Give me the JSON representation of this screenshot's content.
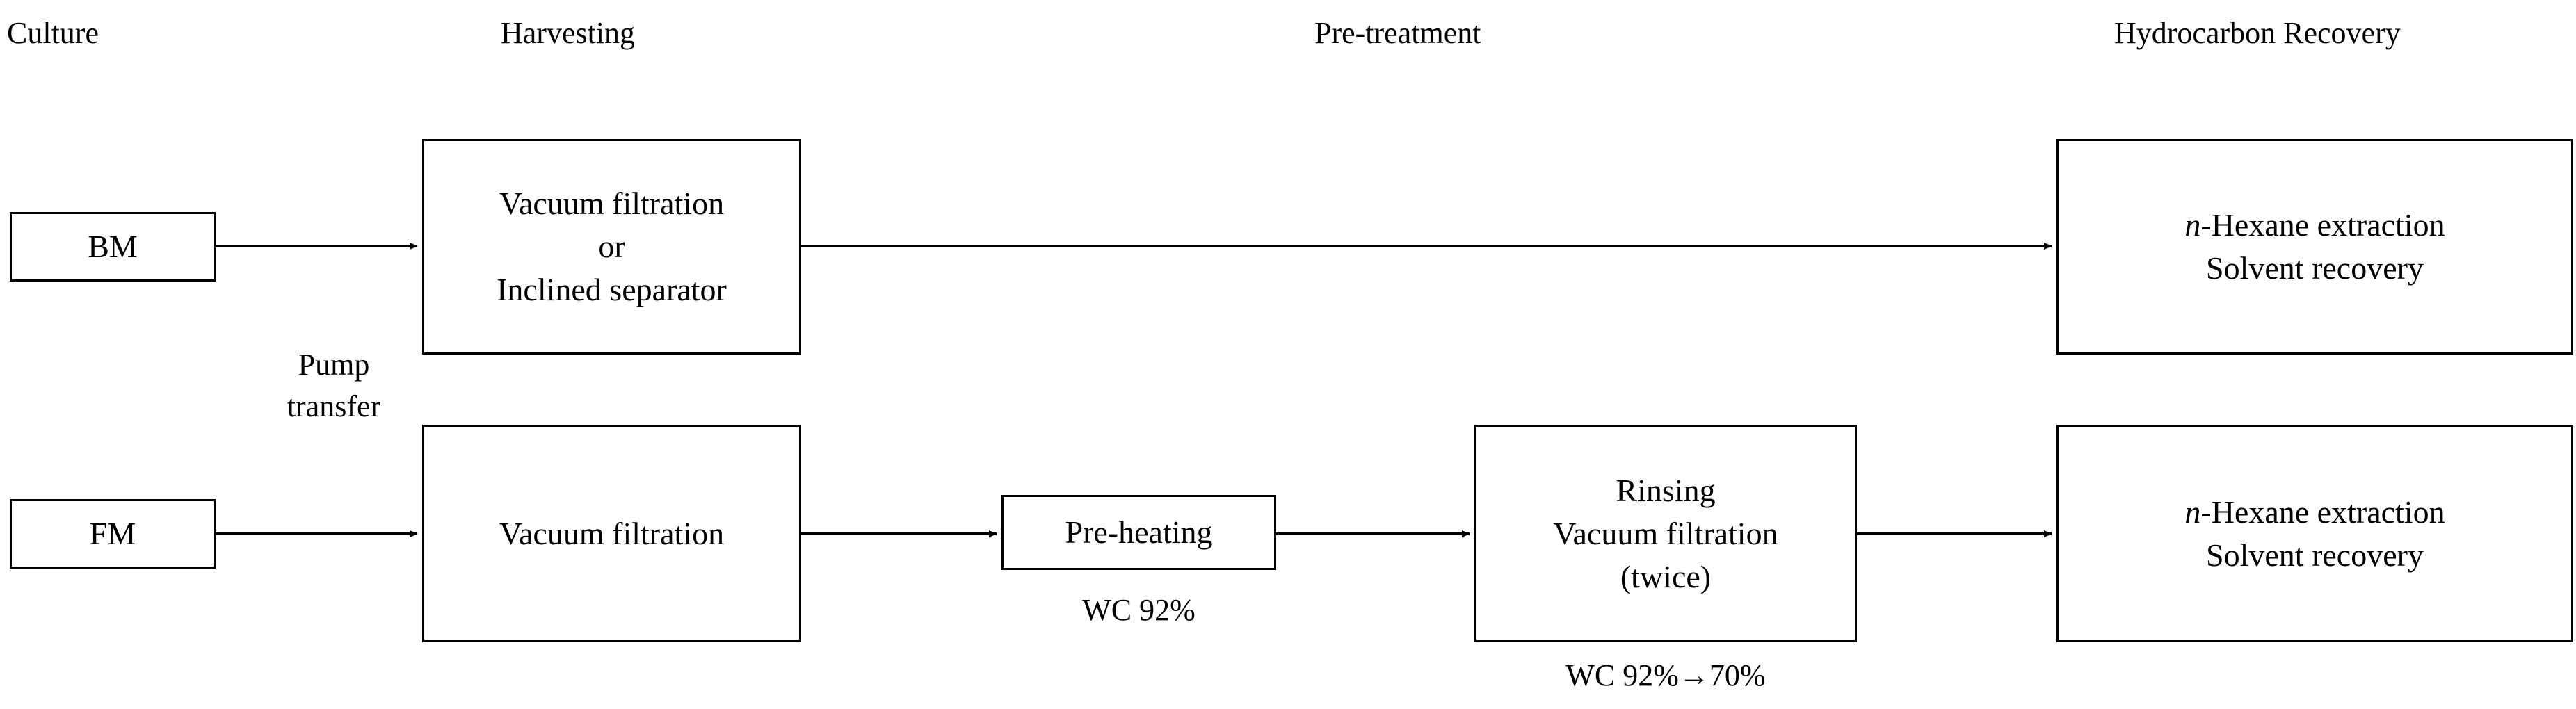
{
  "headers": {
    "culture": "Culture",
    "harvesting": "Harvesting",
    "pretreatment": "Pre-treatment",
    "recovery": "Hydrocarbon Recovery"
  },
  "row_bm": {
    "source": "BM",
    "harvest_line1": "Vacuum filtration",
    "harvest_line2": "or",
    "harvest_line3": "Inclined separator",
    "recovery_italic": "n",
    "recovery_line1_rest": "-Hexane extraction",
    "recovery_line2": "Solvent recovery"
  },
  "pump": {
    "line1": "Pump",
    "line2": "transfer"
  },
  "row_fm": {
    "source": "FM",
    "harvest": "Vacuum filtration",
    "preheat": "Pre-heating",
    "preheat_wc": "WC 92%",
    "rinse_line1": "Rinsing",
    "rinse_line2": "Vacuum filtration",
    "rinse_line3": "(twice)",
    "rinse_wc": "WC 92%→70%",
    "recovery_italic": "n",
    "recovery_line1_rest": "-Hexane extraction",
    "recovery_line2": "Solvent recovery"
  }
}
